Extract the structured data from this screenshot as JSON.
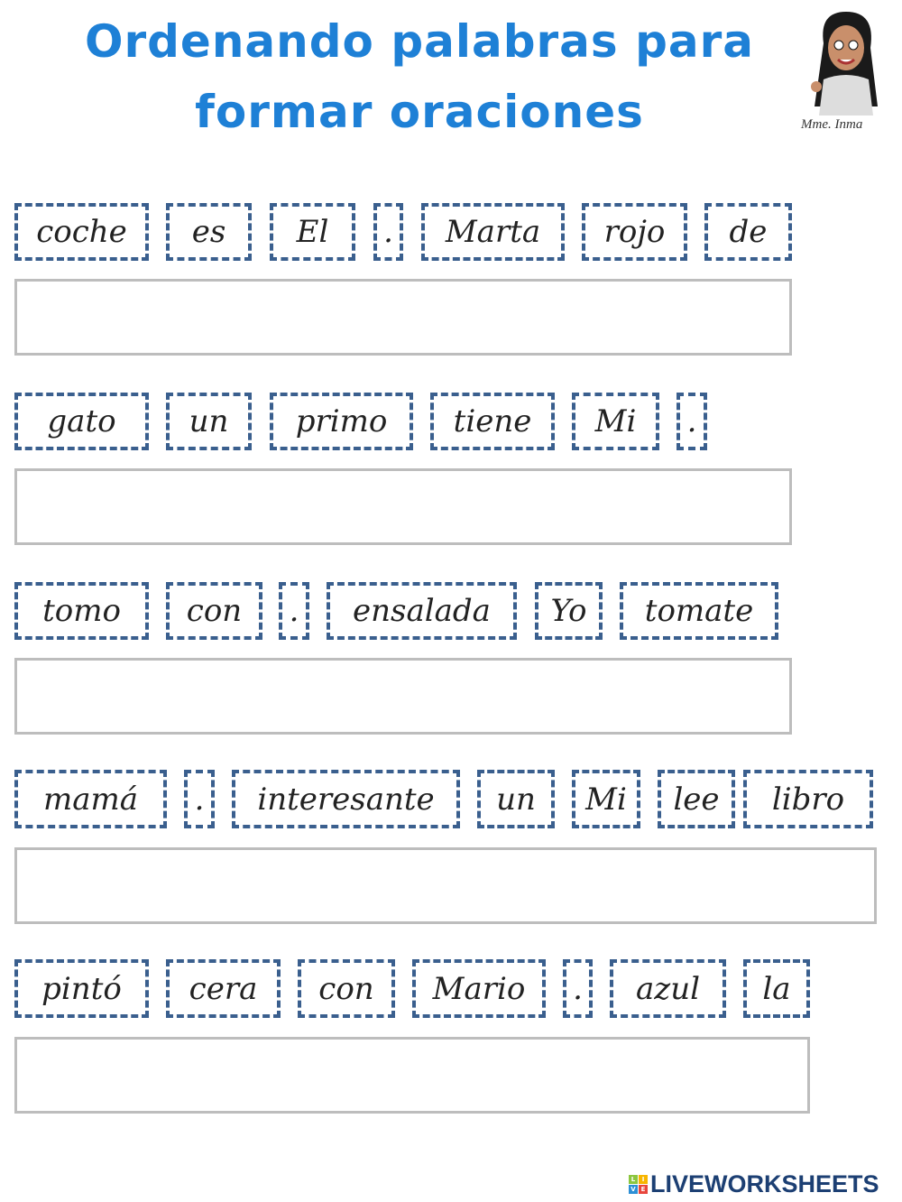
{
  "title": {
    "line1": "Ordenando palabras para",
    "line2": "formar oraciones"
  },
  "author": "Mme. Inma",
  "exercises": [
    {
      "words": [
        "coche",
        "es",
        "El",
        ".",
        "Marta",
        "rojo",
        "de"
      ],
      "answer": ""
    },
    {
      "words": [
        "gato",
        "un",
        "primo",
        "tiene",
        "Mi",
        "."
      ],
      "answer": ""
    },
    {
      "words": [
        "tomo",
        "con",
        ".",
        "ensalada",
        "Yo",
        "tomate"
      ],
      "answer": ""
    },
    {
      "words": [
        "mamá",
        ".",
        "interesante",
        "un",
        "Mi",
        "lee",
        "libro"
      ],
      "answer": ""
    },
    {
      "words": [
        "pintó",
        "cera",
        "con",
        "Mario",
        ".",
        "azul",
        "la"
      ],
      "answer": ""
    }
  ],
  "footer": {
    "logo_text": "LIVEWORKSHEETS",
    "logo_letters": [
      "L",
      "I",
      "V",
      "E"
    ]
  },
  "colors": {
    "title": "#1e80d6",
    "word_border": "#3a5f8e",
    "answer_border": "#bdbdbd",
    "logo": "#1c3f73"
  }
}
